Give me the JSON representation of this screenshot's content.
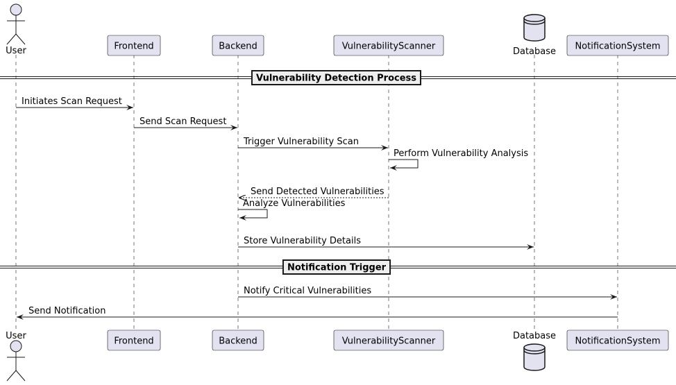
{
  "colors": {
    "participant_fill": "#E2E2F0",
    "participant_stroke": "#181818",
    "line": "#181818",
    "divider_box": "#EEEEEE",
    "background": "#FFFFFF"
  },
  "participants": [
    {
      "id": "user",
      "label": "User",
      "kind": "actor",
      "icon": "actor-icon"
    },
    {
      "id": "frontend",
      "label": "Frontend",
      "kind": "box"
    },
    {
      "id": "backend",
      "label": "Backend",
      "kind": "box"
    },
    {
      "id": "scanner",
      "label": "VulnerabilityScanner",
      "kind": "box"
    },
    {
      "id": "database",
      "label": "Database",
      "kind": "database",
      "icon": "database-icon"
    },
    {
      "id": "notify",
      "label": "NotificationSystem",
      "kind": "box"
    }
  ],
  "dividers": [
    {
      "label": "Vulnerability Detection Process"
    },
    {
      "label": "Notification Trigger"
    }
  ],
  "messages": [
    {
      "from": "user",
      "to": "frontend",
      "label": "Initiates Scan Request",
      "style": "solid"
    },
    {
      "from": "frontend",
      "to": "backend",
      "label": "Send Scan Request",
      "style": "solid"
    },
    {
      "from": "backend",
      "to": "scanner",
      "label": "Trigger Vulnerability Scan",
      "style": "solid"
    },
    {
      "from": "scanner",
      "to": "scanner",
      "label": "Perform Vulnerability Analysis",
      "style": "solid"
    },
    {
      "from": "scanner",
      "to": "backend",
      "label": "Send Detected Vulnerabilities",
      "style": "dashed"
    },
    {
      "from": "backend",
      "to": "backend",
      "label": "Analyze Vulnerabilities",
      "style": "solid"
    },
    {
      "from": "backend",
      "to": "database",
      "label": "Store Vulnerability Details",
      "style": "solid"
    },
    {
      "from": "backend",
      "to": "notify",
      "label": "Notify Critical Vulnerabilities",
      "style": "solid"
    },
    {
      "from": "notify",
      "to": "user",
      "label": "Send Notification",
      "style": "solid"
    }
  ]
}
